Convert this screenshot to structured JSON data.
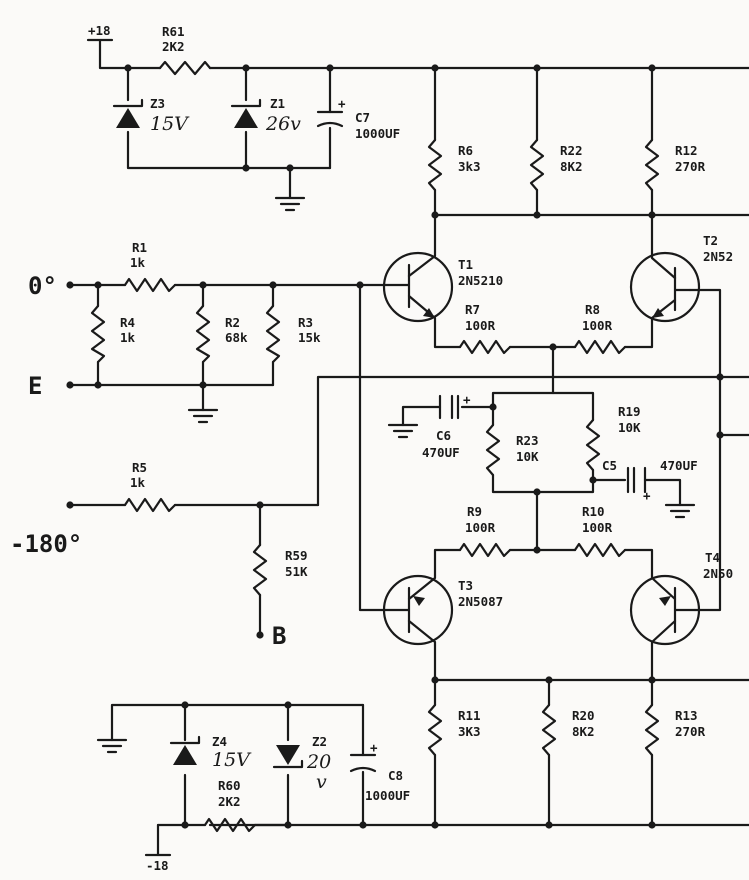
{
  "power": {
    "pos": "+18",
    "neg": "-18"
  },
  "terminals": {
    "t0": "0°",
    "te": "E",
    "t180": "-180°",
    "tb": "B"
  },
  "resistors": {
    "r61": {
      "name": "R61",
      "value": "2K2"
    },
    "r60": {
      "name": "R60",
      "value": "2K2"
    },
    "r1": {
      "name": "R1",
      "value": "1k"
    },
    "r2": {
      "name": "R2",
      "value": "68k"
    },
    "r3": {
      "name": "R3",
      "value": "15k"
    },
    "r4": {
      "name": "R4",
      "value": "1k"
    },
    "r5": {
      "name": "R5",
      "value": "1k"
    },
    "r59": {
      "name": "R59",
      "value": "51K"
    },
    "r6": {
      "name": "R6",
      "value": "3k3"
    },
    "r22": {
      "name": "R22",
      "value": "8K2"
    },
    "r12": {
      "name": "R12",
      "value": "270R"
    },
    "r7": {
      "name": "R7",
      "value": "100R"
    },
    "r8": {
      "name": "R8",
      "value": "100R"
    },
    "r19": {
      "name": "R19",
      "value": "10K"
    },
    "r23": {
      "name": "R23",
      "value": "10K"
    },
    "r9": {
      "name": "R9",
      "value": "100R"
    },
    "r10": {
      "name": "R10",
      "value": "100R"
    },
    "r11": {
      "name": "R11",
      "value": "3K3"
    },
    "r20": {
      "name": "R20",
      "value": "8K2"
    },
    "r13": {
      "name": "R13",
      "value": "270R"
    }
  },
  "capacitors": {
    "c7": {
      "name": "C7",
      "value": "1000UF"
    },
    "c8": {
      "name": "C8",
      "value": "1000UF"
    },
    "c6": {
      "name": "C6",
      "value": "470UF"
    },
    "c5": {
      "name": "C5",
      "value": "470UF"
    }
  },
  "zeners": {
    "z3": {
      "name": "Z3",
      "value": "15V"
    },
    "z1": {
      "name": "Z1",
      "value": "26v"
    },
    "z4": {
      "name": "Z4",
      "value": "15V"
    },
    "z2": {
      "name": "Z2",
      "value": "20",
      "value2": "v"
    }
  },
  "transistors": {
    "t1": {
      "name": "T1",
      "part": "2N5210"
    },
    "t2": {
      "name": "T2",
      "part": "2N52"
    },
    "t3": {
      "name": "T3",
      "part": "2N5087"
    },
    "t4": {
      "name": "T4",
      "part": "2N50"
    }
  },
  "colors": {
    "ink": "#1a1a1a",
    "paper": "#fbfaf8"
  }
}
